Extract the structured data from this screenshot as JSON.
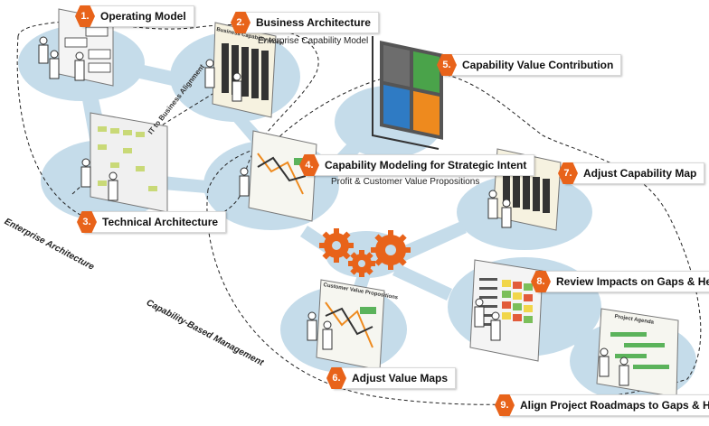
{
  "steps": [
    {
      "num": "1.",
      "label": "Operating Model"
    },
    {
      "num": "2.",
      "label": "Business Architecture"
    },
    {
      "num": "3.",
      "label": "Technical Architecture"
    },
    {
      "num": "4.",
      "label": "Capability Modeling for Strategic Intent"
    },
    {
      "num": "5.",
      "label": "Capability Value Contribution"
    },
    {
      "num": "6.",
      "label": "Adjust Value Maps"
    },
    {
      "num": "7.",
      "label": "Adjust Capability Map"
    },
    {
      "num": "8.",
      "label": "Review Impacts on Gaps & Heat"
    },
    {
      "num": "9.",
      "label": "Align Project Roadmaps to Gaps & Heat"
    }
  ],
  "subtitles": {
    "business_architecture": "Enterprise Capability Model",
    "capability_modeling": "Profit & Customer Value Propositions"
  },
  "regions": {
    "enterprise": "Enterprise Architecture",
    "capability_based": "Capability-Based Management"
  },
  "board_labels": {
    "alignment": "IT to Business Alignment",
    "capability_model": "Business Capability Model",
    "customer_value": "Customer Value Propositions",
    "project_agenda": "Project Agenda"
  },
  "colors": {
    "accent": "#e8631a",
    "island": "#c5dcea",
    "gear": "#e8631a"
  }
}
